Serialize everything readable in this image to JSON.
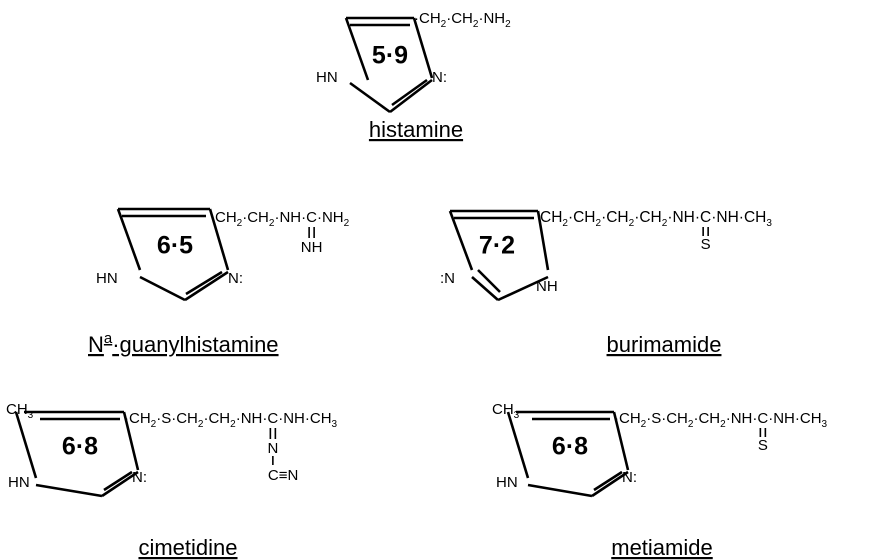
{
  "colors": {
    "ink": "#000000",
    "background": "#ffffff"
  },
  "molecules": {
    "histamine": {
      "name": "histamine",
      "pka": "5·9",
      "n_left": "HN",
      "n_right": "N:",
      "chain": [
        {
          "t": "·CH"
        },
        {
          "t": "2",
          "sub": true
        },
        {
          "t": "·CH"
        },
        {
          "t": "2",
          "sub": true
        },
        {
          "t": "·NH"
        },
        {
          "t": "2",
          "sub": true
        }
      ]
    },
    "guanylhistamine": {
      "name_prefix": "N",
      "name_sup": "a",
      "name_rest": "·guanylhistamine",
      "pka": "6·5",
      "n_left": "HN",
      "n_right": "N:",
      "chain": [
        {
          "t": "·CH"
        },
        {
          "t": "2",
          "sub": true
        },
        {
          "t": "·CH"
        },
        {
          "t": "2",
          "sub": true
        },
        {
          "t": "·NH·"
        },
        {
          "t": "C",
          "cid": "c"
        },
        {
          "t": "·NH"
        },
        {
          "t": "2",
          "sub": true
        }
      ],
      "substituent": "NH"
    },
    "burimamide": {
      "name": "burimamide",
      "pka": "7·2",
      "n_left": ":N",
      "n_right": "NH",
      "chain": [
        {
          "t": "CH"
        },
        {
          "t": "2",
          "sub": true
        },
        {
          "t": "·CH"
        },
        {
          "t": "2",
          "sub": true
        },
        {
          "t": "·CH"
        },
        {
          "t": "2",
          "sub": true
        },
        {
          "t": "·CH"
        },
        {
          "t": "2",
          "sub": true
        },
        {
          "t": "·NH·"
        },
        {
          "t": "C",
          "cid": "c"
        },
        {
          "t": "·NH·CH"
        },
        {
          "t": "3",
          "sub": true
        }
      ],
      "substituent": "S"
    },
    "cimetidine": {
      "name": "cimetidine",
      "pka": "6·8",
      "ch3": "CH",
      "ch3_sub": "3",
      "n_left": "HN",
      "n_right": "N:",
      "chain": [
        {
          "t": "·CH"
        },
        {
          "t": "2",
          "sub": true
        },
        {
          "t": "·S·CH"
        },
        {
          "t": "2",
          "sub": true
        },
        {
          "t": "·CH"
        },
        {
          "t": "2",
          "sub": true
        },
        {
          "t": "·NH·"
        },
        {
          "t": "C",
          "cid": "c"
        },
        {
          "t": "·NH·CH"
        },
        {
          "t": "3",
          "sub": true
        }
      ],
      "sub_n": "N",
      "sub_cn": "C≡N"
    },
    "metiamide": {
      "name": "metiamide",
      "pka": "6·8",
      "ch3": "CH",
      "ch3_sub": "3",
      "n_left": "HN",
      "n_right": "N:",
      "chain": [
        {
          "t": "·CH"
        },
        {
          "t": "2",
          "sub": true
        },
        {
          "t": "·S·CH"
        },
        {
          "t": "2",
          "sub": true
        },
        {
          "t": "·CH"
        },
        {
          "t": "2",
          "sub": true
        },
        {
          "t": "·NH·"
        },
        {
          "t": "C",
          "cid": "c"
        },
        {
          "t": "·NH·CH"
        },
        {
          "t": "3",
          "sub": true
        }
      ],
      "substituent": "S"
    }
  }
}
